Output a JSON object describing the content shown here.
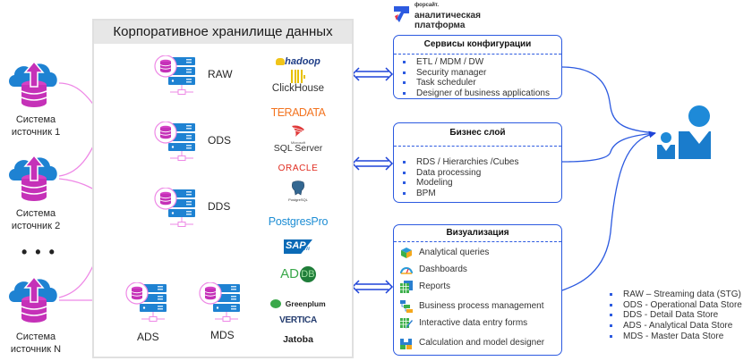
{
  "brand": {
    "small": "форсайт.",
    "line1": "аналитическая",
    "line2": "платформа"
  },
  "dwh": {
    "title": "Корпоративное хранилище данных",
    "layers": [
      {
        "id": "raw",
        "label": "RAW"
      },
      {
        "id": "ods",
        "label": "ODS"
      },
      {
        "id": "dds",
        "label": "DDS"
      },
      {
        "id": "ads",
        "label": "ADS"
      },
      {
        "id": "mds",
        "label": "MDS"
      }
    ]
  },
  "sources": [
    {
      "line1": "Система",
      "line2": "источник 1"
    },
    {
      "line1": "Система",
      "line2": "источник 2"
    },
    {
      "line1": "Система",
      "line2": "источник N"
    }
  ],
  "sources_ellipsis": "• • •",
  "vendors": [
    "hadoop",
    "ClickHouse",
    "TERADATA",
    "SQL Server",
    "ORACLE",
    "PostgreSQL",
    "PostgresPro",
    "SAP BW",
    "ADB",
    "Greenplum",
    "VERTICA",
    "Jatoba"
  ],
  "vendor_sub": {
    "sqlserver_top": "Microsoft",
    "postgres_caption": "PostgreSQL",
    "sap_sub": "BW"
  },
  "services": {
    "config": {
      "title": "Сервисы конфигурации",
      "items": [
        "ETL / MDM / DW",
        "Security manager",
        "Task scheduler",
        "Designer of business applications"
      ]
    },
    "business": {
      "title": "Бизнес слой",
      "items": [
        "RDS / Hierarchies /Cubes",
        "Data processing",
        "Modeling",
        "BPM"
      ]
    },
    "viz": {
      "title": "Визуализация",
      "items": [
        {
          "label": "Analytical queries",
          "icon": "cube-icon"
        },
        {
          "label": "Dashboards",
          "icon": "gauge-icon"
        },
        {
          "label": "Reports",
          "icon": "spreadsheet-icon"
        },
        {
          "label": "Business process management",
          "icon": "process-icon"
        },
        {
          "label": "Interactive data entry forms",
          "icon": "form-edit-icon"
        },
        {
          "label": "Calculation and model designer",
          "icon": "model-icon"
        }
      ]
    }
  },
  "legend": [
    "RAW – Streaming data (STG)",
    "ODS - Operational Data Store",
    "DDS - Detail Data Store",
    "ADS - Analytical Data Store",
    "MDS - Master Data Store"
  ],
  "colors": {
    "accent_blue": "#2c5ae0",
    "magenta": "#c531b8",
    "pink_line": "#ee88e6",
    "server_blue": "#1e82d2",
    "users_blue": "#1a7ccc"
  }
}
